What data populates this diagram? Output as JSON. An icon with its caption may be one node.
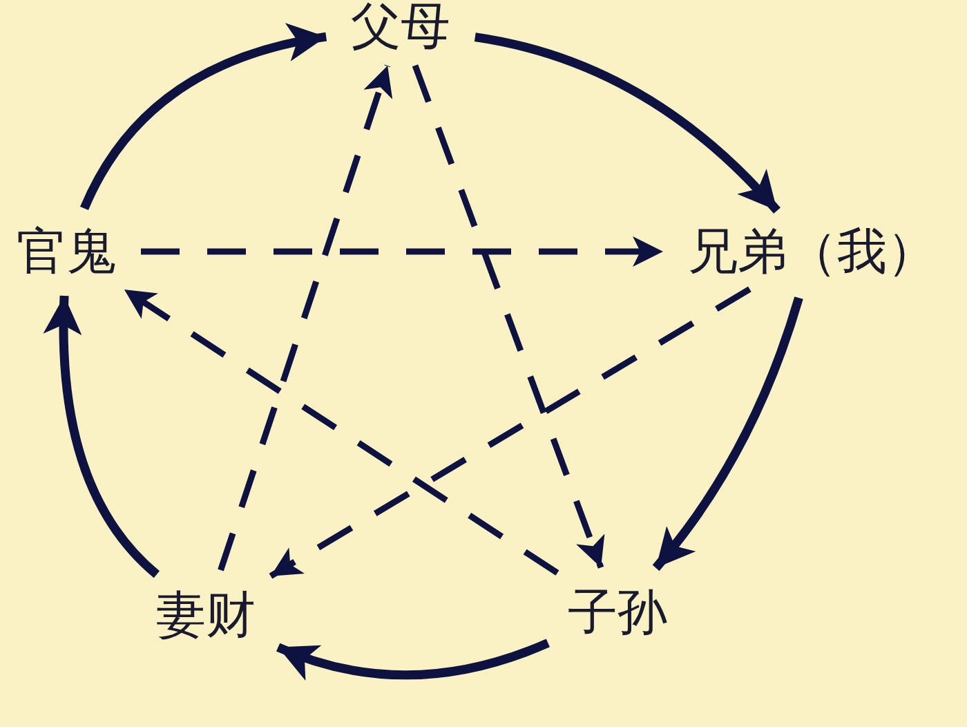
{
  "diagram": {
    "nodes": [
      {
        "text": [
          "父母"
        ]
      },
      {
        "text": [
          "兄弟（我）"
        ]
      },
      {
        "text": [
          "子孙"
        ]
      },
      {
        "text": [
          "妻财"
        ]
      },
      {
        "text": [
          "官鬼"
        ]
      }
    ],
    "edges": [
      {
        "from": 4,
        "to": 0,
        "arrow": "to"
      },
      {
        "from": 0,
        "to": 1,
        "arrow": "to"
      },
      {
        "from": 1,
        "to": 2,
        "arrow": "to"
      },
      {
        "from": 2,
        "to": 3,
        "arrow": "to"
      },
      {
        "from": 3,
        "to": 4,
        "arrow": "to"
      },
      {
        "from": 4,
        "to": 1,
        "arrow": "to",
        "style": "dashed"
      },
      {
        "from": 1,
        "to": 3,
        "arrow": "to",
        "style": "dashed"
      },
      {
        "from": 3,
        "to": 0,
        "arrow": "to",
        "style": "dashed"
      },
      {
        "from": 0,
        "to": 2,
        "arrow": "to",
        "style": "dashed"
      },
      {
        "from": 2,
        "to": 4,
        "arrow": "to",
        "style": "dashed"
      }
    ]
  }
}
